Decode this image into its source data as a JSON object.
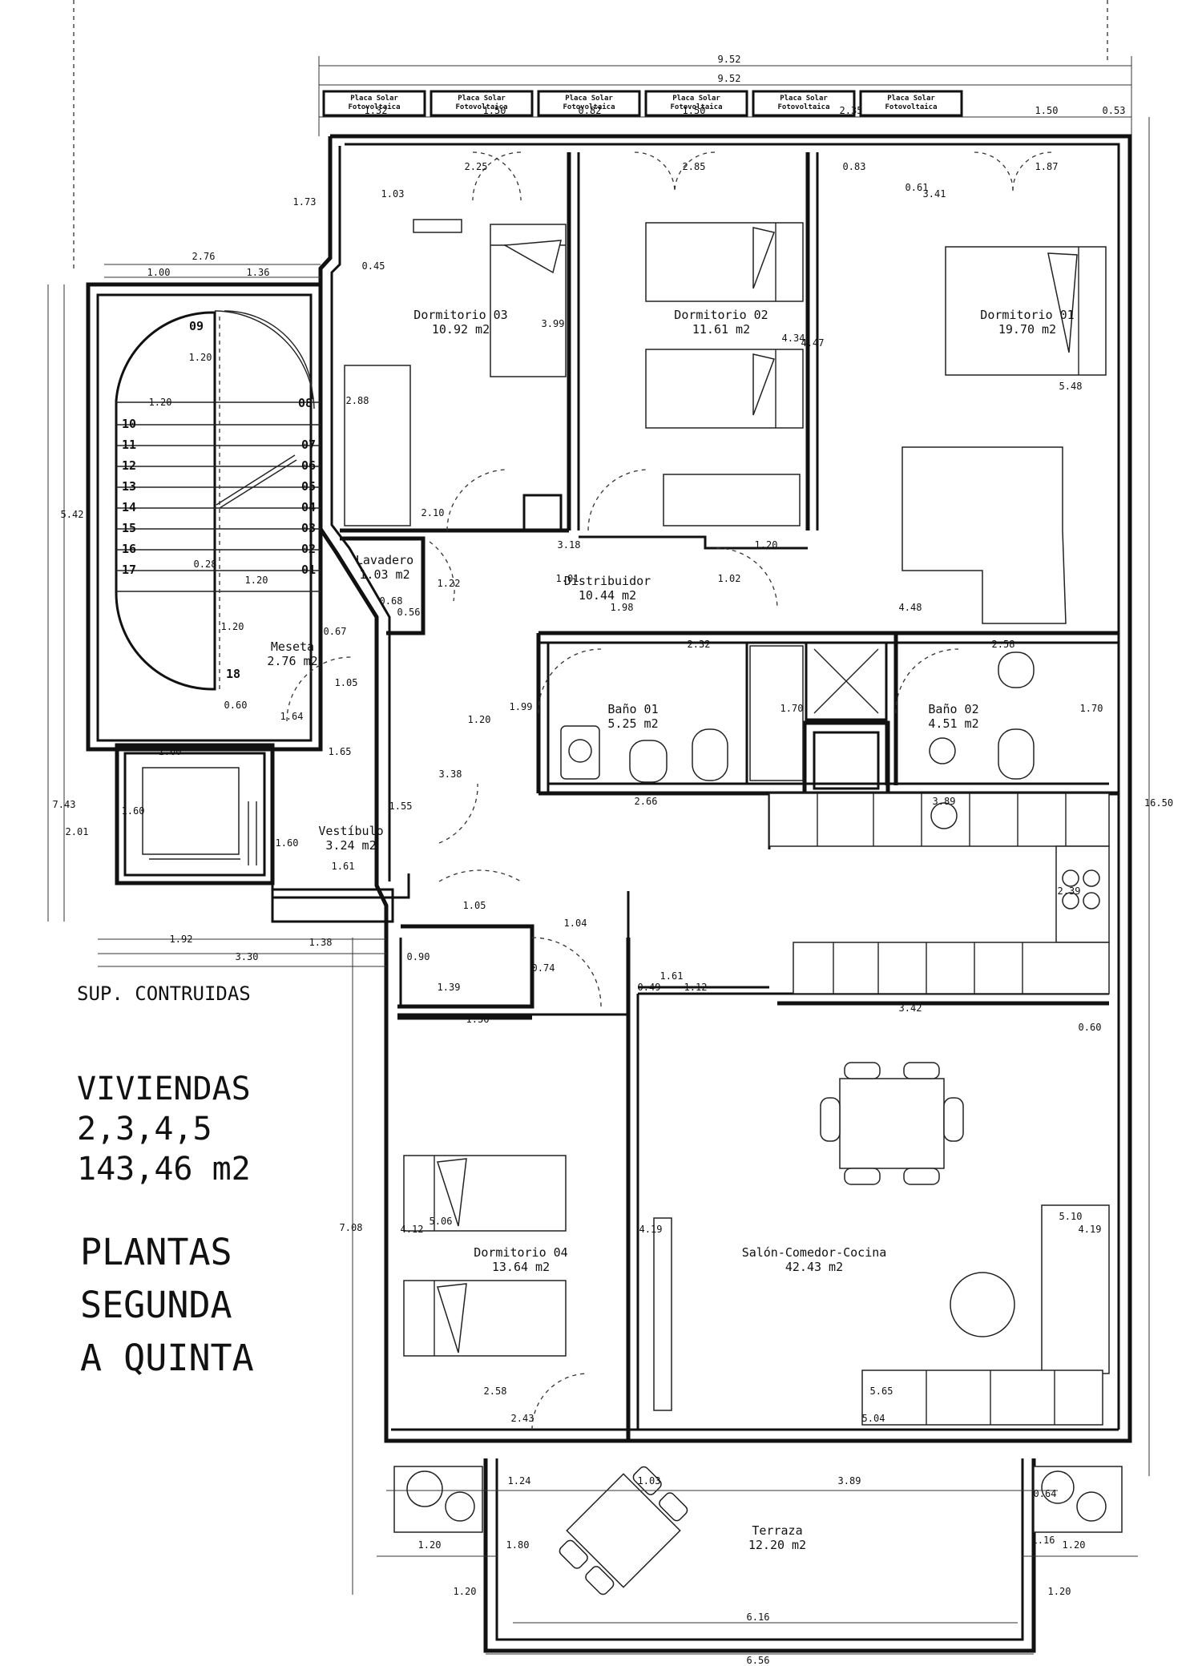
{
  "solar_panel_label": [
    "Placa Solar",
    "Fotovoltaica"
  ],
  "rooms": [
    {
      "name": "Dormitorio 03",
      "area": "10.92 m2"
    },
    {
      "name": "Dormitorio 02",
      "area": "11.61 m2"
    },
    {
      "name": "Dormitorio 01",
      "area": "19.70 m2"
    },
    {
      "name": "Lavadero",
      "area": "1.03 m2"
    },
    {
      "name": "Distribuidor",
      "area": "10.44 m2"
    },
    {
      "name": "Meseta",
      "area": "2.76 m2"
    },
    {
      "name": "Baño 01",
      "area": "5.25 m2"
    },
    {
      "name": "Baño 02",
      "area": "4.51 m2"
    },
    {
      "name": "Vestíbulo",
      "area": "3.24 m2"
    },
    {
      "name": "Dormitorio 04",
      "area": "13.64 m2"
    },
    {
      "name": "Salón-Comedor-Cocina",
      "area": "42.43 m2"
    },
    {
      "name": "Terraza",
      "area": "12.20 m2"
    }
  ],
  "stair_steps": [
    "01",
    "02",
    "03",
    "04",
    "05",
    "06",
    "07",
    "08",
    "09",
    "10",
    "11",
    "12",
    "13",
    "14",
    "15",
    "16",
    "17",
    "18"
  ],
  "dimensions": [
    "9.52",
    "9.52",
    "1.32",
    "1.50",
    "0.82",
    "1.50",
    "2.35",
    "1.50",
    "0.53",
    "2.25",
    "2.85",
    "0.83",
    "1.87",
    "0.61",
    "3.41",
    "1.73",
    "1.03",
    "0.45",
    "2.76",
    "1.00",
    "1.36",
    "3.99",
    "4.34",
    "4.47",
    "1.20",
    "2.88",
    "1.20",
    "5.48",
    "5.42",
    "7.43",
    "2.10",
    "3.18",
    "1.20",
    "1.01",
    "1.02",
    "0.28",
    "1.20",
    "0.68",
    "0.56",
    "1.22",
    "1.98",
    "4.48",
    "2.32",
    "2.58",
    "1.20",
    "0.67",
    "1.05",
    "1.99",
    "1.70",
    "1.70",
    "0.60",
    "1.64",
    "1.20",
    "1.60",
    "1.65",
    "3.38",
    "2.66",
    "3.89",
    "1.60",
    "1.60",
    "1.55",
    "2.01",
    "1.61",
    "16.50",
    "2.39",
    "1.05",
    "1.04",
    "1.92",
    "1.38",
    "3.30",
    "0.90",
    "0.74",
    "1.61",
    "0.49",
    "1.12",
    "1.39",
    "1.36",
    "3.42",
    "0.60",
    "7.08",
    "4.12",
    "5.06",
    "4.19",
    "5.10",
    "4.19",
    "2.58",
    "5.65",
    "2.43",
    "5.04",
    "1.24",
    "1.03",
    "3.89",
    "0.64",
    "1.20",
    "1.80",
    "1.20",
    "1.16",
    "1.20",
    "1.20",
    "6.16",
    "6.56"
  ],
  "summary": {
    "sup_label": "SUP. CONTRUIDAS",
    "viviendas_lines": [
      "VIVIENDAS",
      "2,3,4,5",
      "143,46 m2"
    ],
    "plantas_lines": [
      "PLANTAS",
      "SEGUNDA",
      "A QUINTA"
    ]
  }
}
